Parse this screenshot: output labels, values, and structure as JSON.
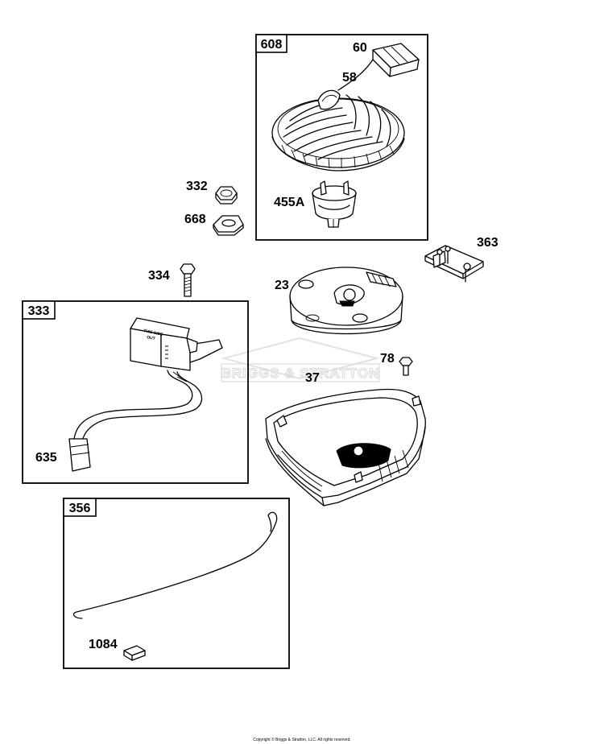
{
  "groups": [
    {
      "id": "608"
    },
    {
      "id": "333"
    },
    {
      "id": "356"
    }
  ],
  "parts": {
    "p60": "60",
    "p58": "58",
    "p455a": "455A",
    "p332": "332",
    "p668": "668",
    "p363": "363",
    "p334": "334",
    "p23": "23",
    "p78": "78",
    "p37": "37",
    "p635": "635",
    "p1084": "1084"
  },
  "watermark": "BRIGGS & STRATTON",
  "copyright": "Copyright © Briggs & Stratton, LLC. All rights reserved."
}
